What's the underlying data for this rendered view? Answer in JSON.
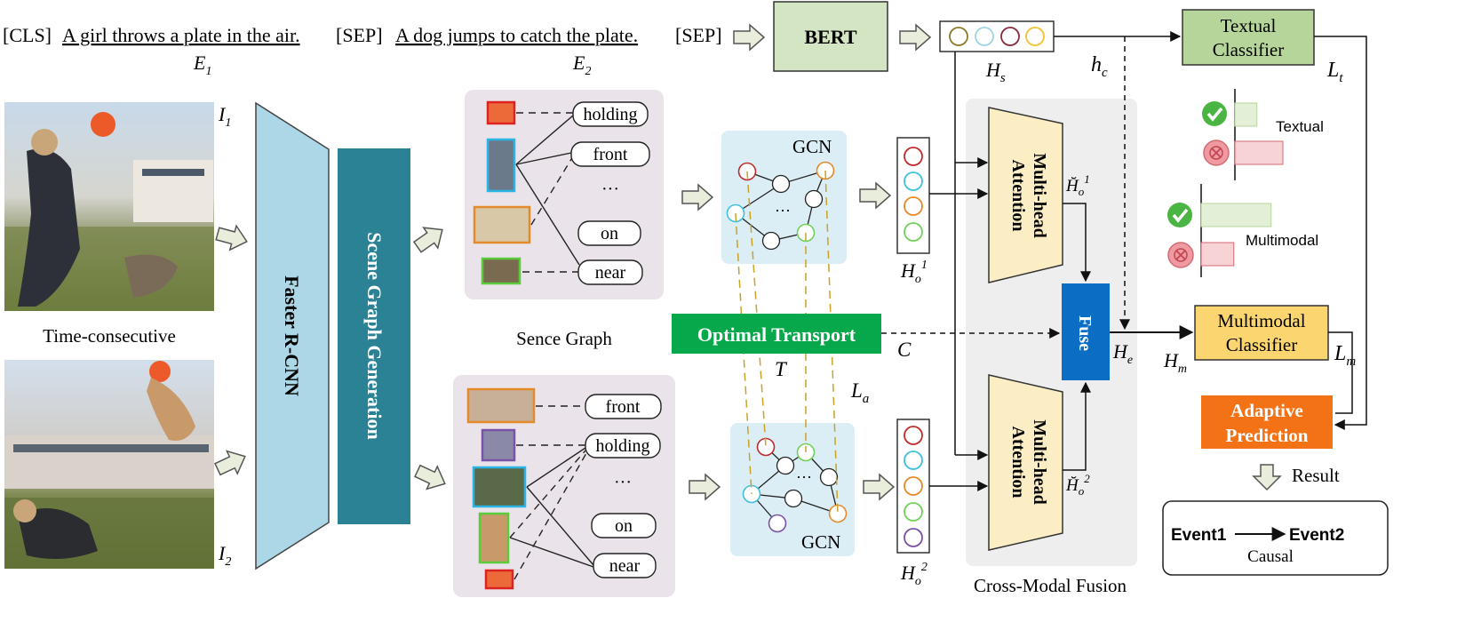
{
  "text_input": {
    "cls": "[CLS]",
    "sentence1": "A girl throws a plate in the air.",
    "sep1": "[SEP]",
    "sentence2": "A dog jumps to catch the plate.",
    "sep2": "[SEP]",
    "e1": "E",
    "e1_sub": "1",
    "e2": "E",
    "e2_sub": "2"
  },
  "bert_label": "BERT",
  "hs_label": "H",
  "hs_sub": "s",
  "hc_label": "h",
  "hc_sub": "c",
  "textual_classifier": {
    "line1": "Textual",
    "line2": "Classifier",
    "loss": "L",
    "loss_sub": "t"
  },
  "multimodal_classifier": {
    "line1": "Multimodal",
    "line2": "Classifier",
    "loss": "L",
    "loss_sub": "m"
  },
  "adaptive_prediction": {
    "line1": "Adaptive",
    "line2": "Prediction"
  },
  "result_label": "Result",
  "causal_box": {
    "event1": "Event1",
    "event2": "Event2",
    "relation": "Causal"
  },
  "bar_legend": {
    "textual": "Textual",
    "multimodal": "Multimodal"
  },
  "bar_values": {
    "textual_correct": 0.33,
    "textual_wrong": 0.72,
    "multimodal_correct": 0.75,
    "multimodal_wrong": 0.35
  },
  "images": {
    "i1": "I",
    "i1_sub": "1",
    "i2": "I",
    "i2_sub": "2",
    "caption": "Time-consecutive"
  },
  "faster_rcnn": "Faster R-CNN",
  "scene_graph_generation": "Scene Graph Generation",
  "scene_graph_top": {
    "relations": [
      "holding",
      "front",
      "···",
      "on",
      "near"
    ]
  },
  "scene_graph_bottom": {
    "relations": [
      "front",
      "holding",
      "···",
      "on",
      "near"
    ]
  },
  "scene_graph_label": "Sence Graph",
  "gcn_top": "GCN",
  "gcn_bottom": "GCN",
  "gcn_dots": "···",
  "optimal_transport": "Optimal Transport",
  "t_label": "T",
  "la_label": "L",
  "la_sub": "a",
  "c_label": "C",
  "ho1_label": "H",
  "ho1_sub": "o",
  "ho1_sup": "1",
  "ho2_label": "H",
  "ho2_sub": "o",
  "ho2_sup": "2",
  "mha": {
    "line1": "Multi-head",
    "line2": "Attention"
  },
  "ho1_breve": "H̆",
  "ho2_breve": "H̆",
  "fuse": "Fuse",
  "he_label": "H",
  "he_sub": "e",
  "hm_label": "H",
  "hm_sub": "m",
  "cross_modal_fusion": "Cross-Modal Fusion",
  "colors": {
    "bert_fill": "#d3e5c2",
    "classifier_green": "#b6d59a",
    "classifier_yellow": "#fbd670",
    "adaptive_orange": "#f47216",
    "optimal_green": "#07a84c",
    "fuse_blue": "#0b6ec4",
    "rcnn_blue": "#acd7e6",
    "sgg_teal": "#2b8294",
    "scene_bg": "#eae4ea",
    "gcn_bg": "#dceef5",
    "fusion_bg": "#eeeeee",
    "mha_fill": "#fbeec5",
    "node_orange": "#e58a2a",
    "node_red": "#c22b2b",
    "node_cyan": "#3ec1dd",
    "node_green": "#71d05a",
    "node_purple": "#7a52a8"
  },
  "icons": [
    "arrow-right-hollow-icon",
    "check-icon",
    "cross-icon",
    "right-arrow-icon"
  ]
}
